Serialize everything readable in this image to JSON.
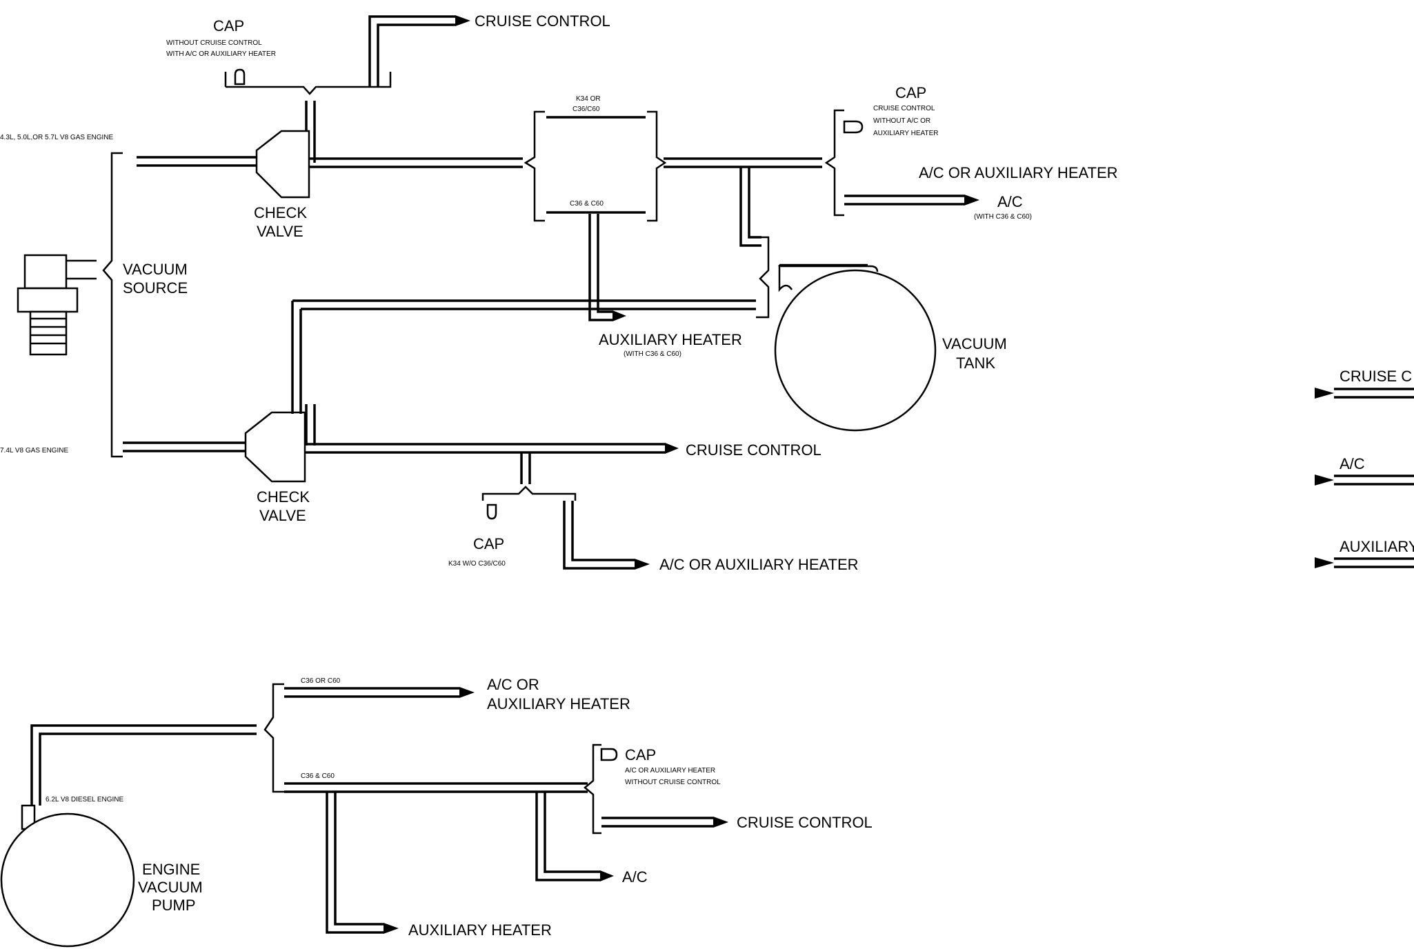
{
  "labels": {
    "cap_top": "CAP",
    "cap_top_note_1": "WITHOUT CRUISE CONTROL",
    "cap_top_note_2": "WITH A/C OR AUXILIARY HEATER",
    "cruise_top": "CRUISE CONTROL",
    "engine_gas_1": "4.3L, 5.0L,OR 5.7L V8 GAS ENGINE",
    "k34_1": "K34 OR",
    "k34_2": "C36/C60",
    "c36_c60_a": "C36 & C60",
    "cap_right": "CAP",
    "cap_right_note_1": "CRUISE CONTROL",
    "cap_right_note_2": "WITHOUT A/C OR",
    "cap_right_note_3": "AUXILIARY HEATER",
    "ac_aux_right": "A/C OR AUXILIARY HEATER",
    "ac_right": "A/C",
    "ac_right_note": "(WITH C36 & C60)",
    "check_valve_1a": "CHECK",
    "check_valve_1b": "VALVE",
    "vacuum_source_1": "VACUUM",
    "vacuum_source_2": "SOURCE",
    "aux_heater_mid": "AUXILIARY HEATER",
    "aux_heater_mid_note": "(WITH C36 & C60)",
    "vacuum_tank_1": "VACUUM",
    "vacuum_tank_2": "TANK",
    "engine_gas_2": "7.4L V8 GAS ENGINE",
    "cruise_mid": "CRUISE CONTROL",
    "check_valve_2a": "CHECK",
    "check_valve_2b": "VALVE",
    "cap_mid": "CAP",
    "cap_mid_note": "K34 W/O C36/C60",
    "ac_aux_mid": "A/C OR AUXILIARY HEATER",
    "c36_or_c60": "C36 OR C60",
    "ac_or_1": "A/C OR",
    "ac_or_2": "AUXILIARY HEATER",
    "c36_c60_b": "C36 & C60",
    "cap_bottom": "CAP",
    "cap_bottom_note_1": "A/C OR AUXILIARY HEATER",
    "cap_bottom_note_2": "WITHOUT CRUISE CONTROL",
    "engine_diesel": "6.2L V8 DIESEL ENGINE",
    "cruise_bottom": "CRUISE CONTROL",
    "engine_pump_1": "ENGINE",
    "engine_pump_2": "VACUUM",
    "engine_pump_3": "PUMP",
    "ac_bottom": "A/C",
    "aux_heater_bottom": "AUXILIARY HEATER",
    "legend_cruise": "CRUISE C",
    "legend_ac": "A/C",
    "legend_aux": "AUXILIARY"
  }
}
